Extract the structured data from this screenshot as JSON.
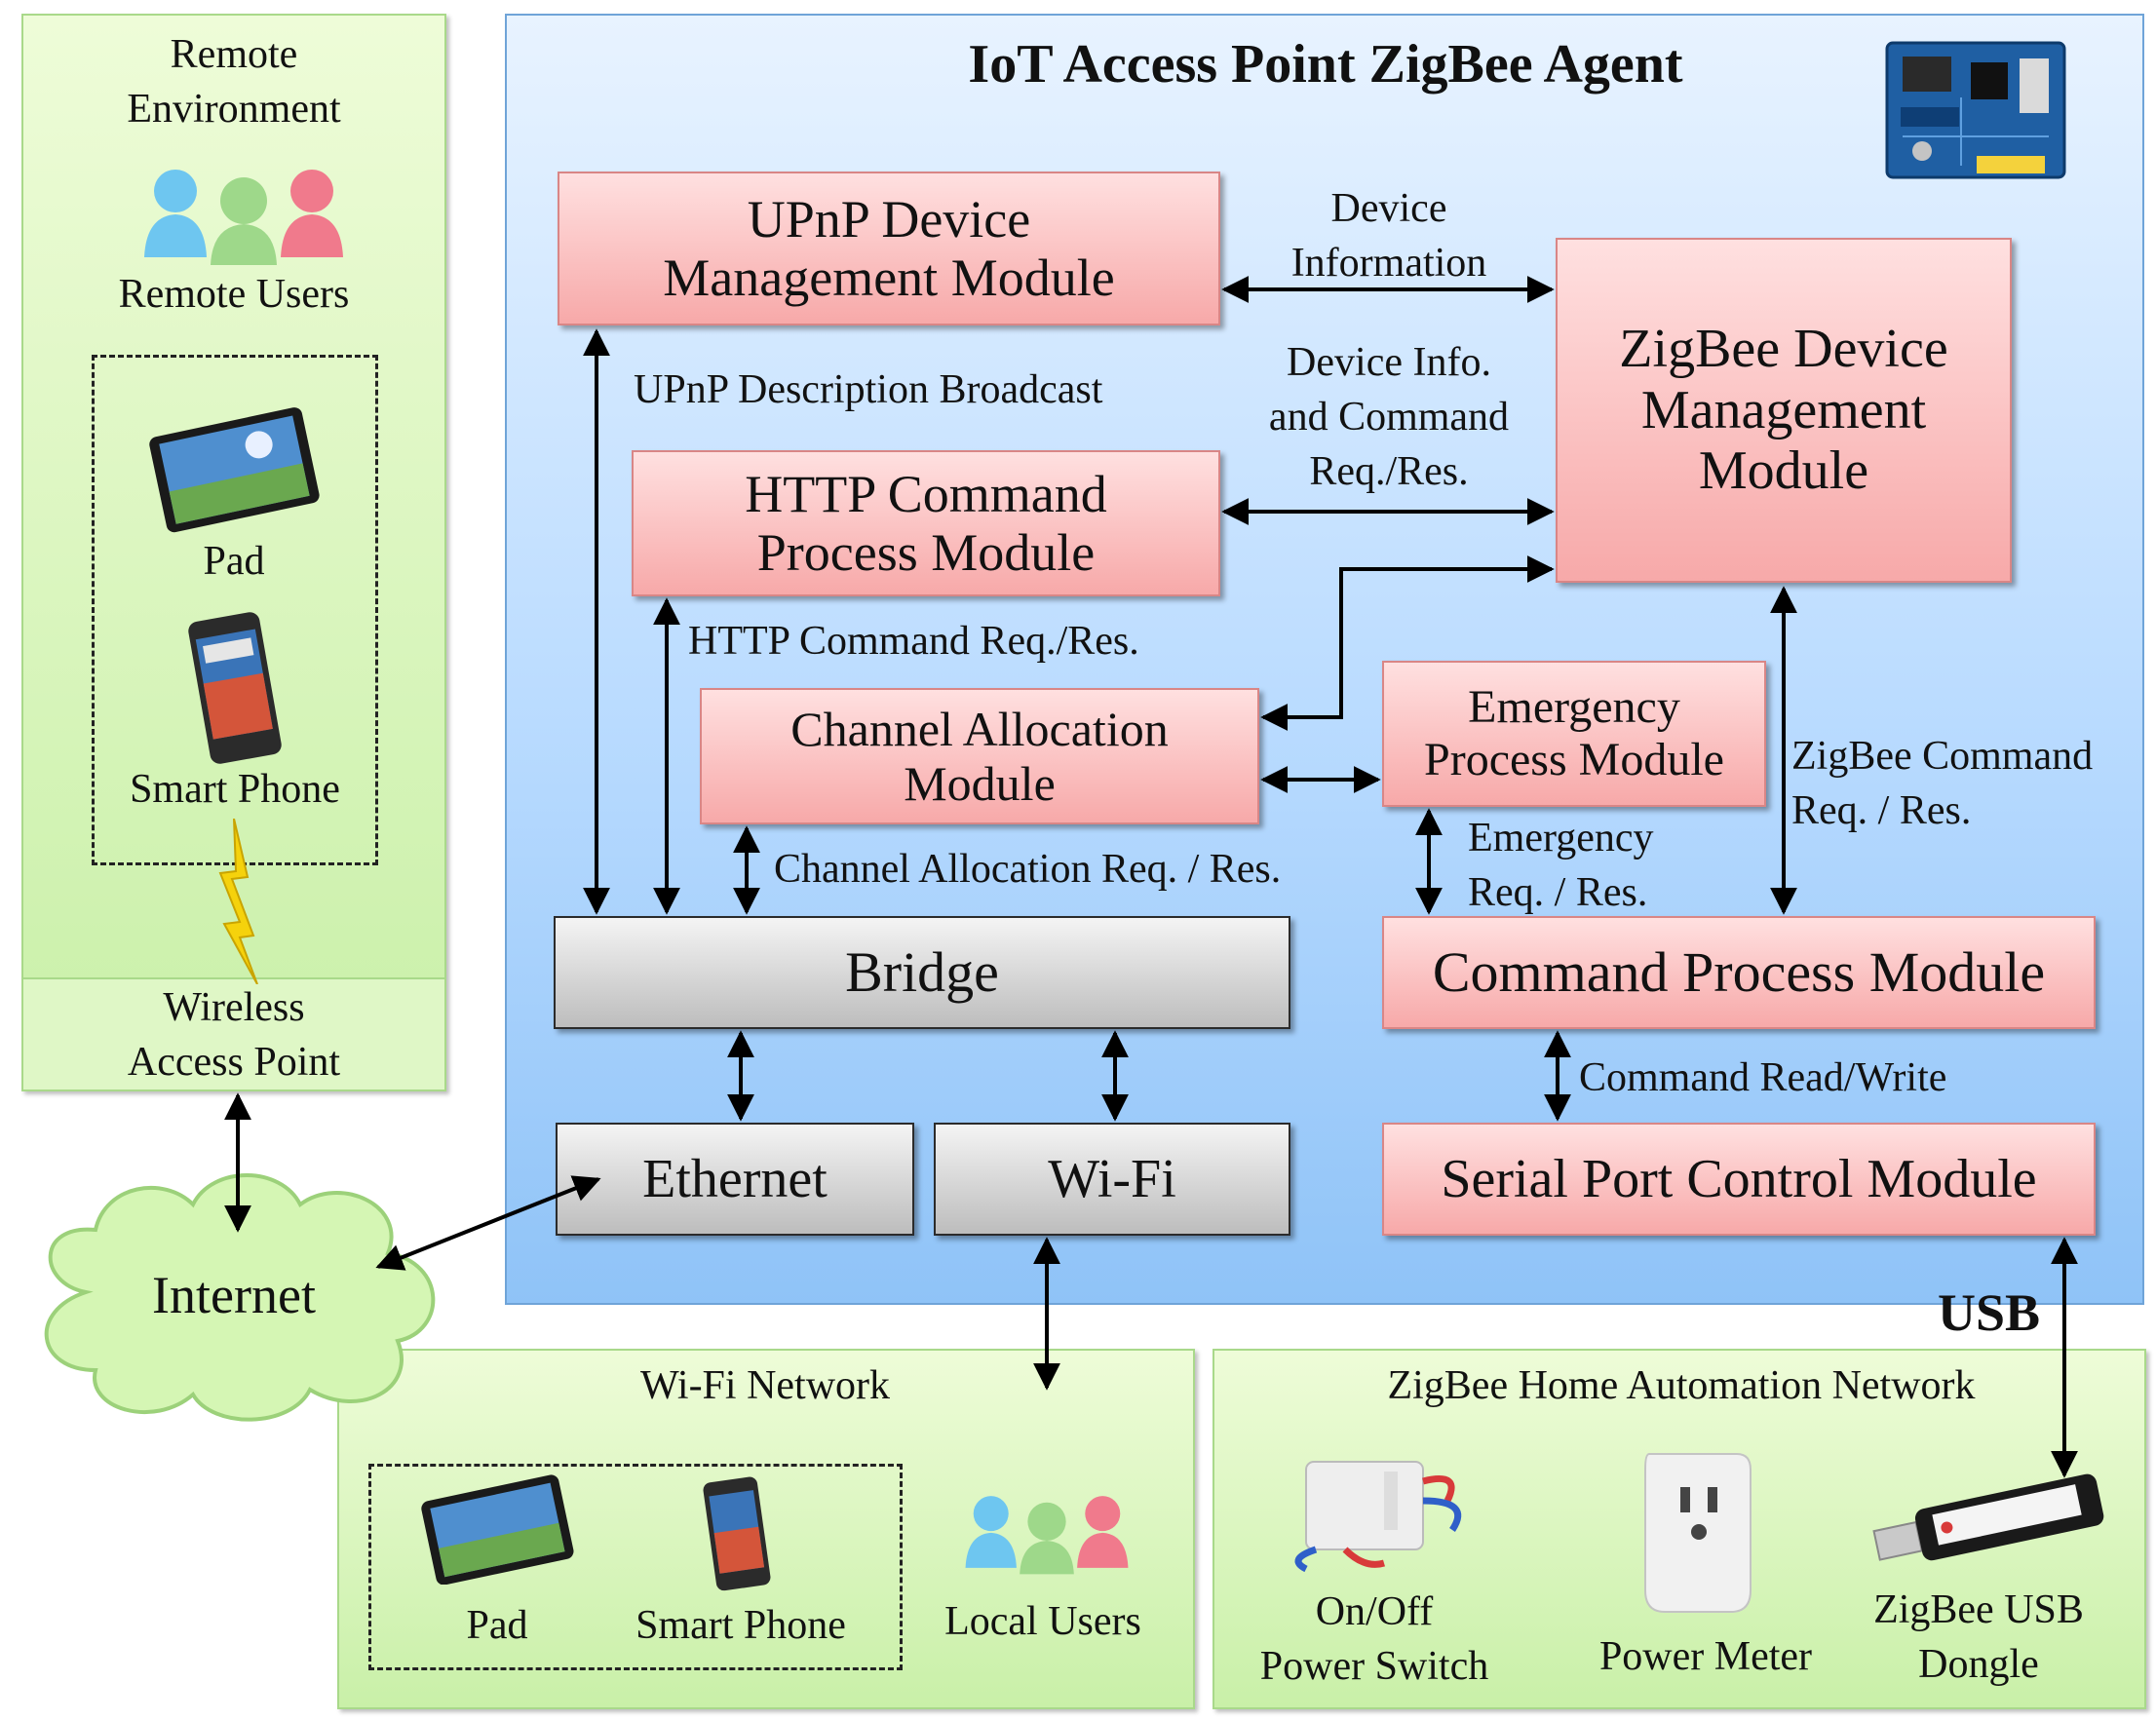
{
  "title": "IoT Access Point ZigBee Agent",
  "remote_env": {
    "title_line1": "Remote",
    "title_line2": "Environment",
    "users_label": "Remote Users",
    "pad_label": "Pad",
    "phone_label": "Smart Phone",
    "ap_line1": "Wireless",
    "ap_line2": "Access Point"
  },
  "internet": "Internet",
  "modules": {
    "upnp_line1": "UPnP Device",
    "upnp_line2": "Management Module",
    "zigbee_line1": "ZigBee Device",
    "zigbee_line2": "Management",
    "zigbee_line3": "Module",
    "http_line1": "HTTP Command",
    "http_line2": "Process Module",
    "channel_line1": "Channel Allocation",
    "channel_line2": "Module",
    "emergency_line1": "Emergency",
    "emergency_line2": "Process Module",
    "bridge": "Bridge",
    "command": "Command Process Module",
    "ethernet": "Ethernet",
    "wifi": "Wi-Fi",
    "serial": "Serial Port Control Module"
  },
  "edges": {
    "device_info_line1": "Device",
    "device_info_line2": "Information",
    "upnp_broadcast": "UPnP Description  Broadcast",
    "device_cmd_line1": "Device Info.",
    "device_cmd_line2": "and Command",
    "device_cmd_line3": "Req./Res.",
    "http_req": "HTTP Command  Req./Res.",
    "zigbee_cmd_line1": "ZigBee Command",
    "zigbee_cmd_line2": "Req. / Res.",
    "emergency_line1": "Emergency",
    "emergency_line2": "Req. / Res.",
    "channel_req": "Channel Allocation  Req. / Res.",
    "cmd_rw": "Command  Read/Write",
    "usb": "USB"
  },
  "wifi_network": {
    "title": "Wi-Fi Network",
    "pad_label": "Pad",
    "phone_label": "Smart Phone",
    "users_label": "Local Users"
  },
  "zigbee_network": {
    "title": "ZigBee Home Automation Network",
    "switch_line1": "On/Off",
    "switch_line2": "Power Switch",
    "meter_label": "Power Meter",
    "dongle_line1": "ZigBee USB",
    "dongle_line2": "Dongle"
  },
  "colors": {
    "module_fill": "#f7a9a9",
    "bridge_fill": "#cfcfcf",
    "agent_background": "#b9dbff",
    "network_background": "#d6f4bb"
  },
  "icons": [
    "users-icon",
    "tablet-icon",
    "smartphone-icon",
    "lightning-icon",
    "cloud-icon",
    "circuit-board-icon",
    "power-switch-icon",
    "power-meter-icon",
    "usb-dongle-icon"
  ]
}
